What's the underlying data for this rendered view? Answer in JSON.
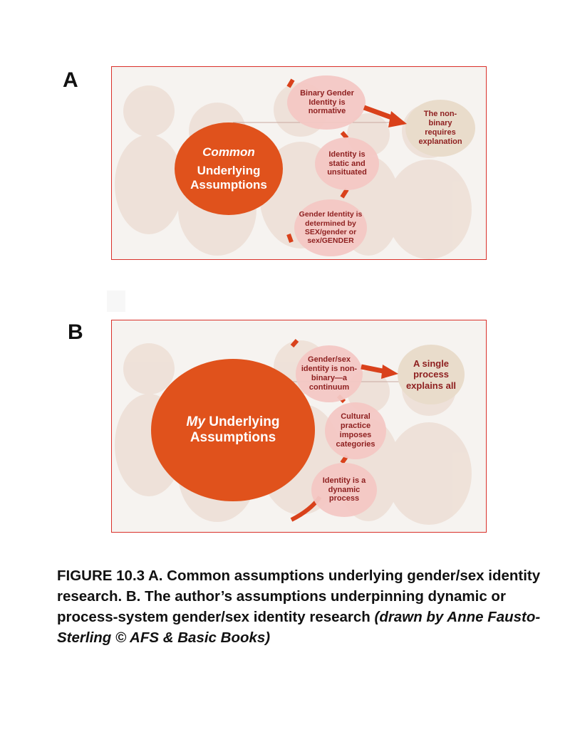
{
  "colors": {
    "frame": "#d9302a",
    "main_ellipse": "#e0521c",
    "bubble_fill": "#f3c7c4",
    "bubble_text": "#8e1f1f",
    "tan_bubble": "#e9dccb",
    "arrow": "#d9411b"
  },
  "panel_a": {
    "letter": "A",
    "main_italic": "Common",
    "main_text": "Underlying Assumptions",
    "bubble_1": "Binary Gender Identity is normative",
    "bubble_2": "Identity is static and unsituated",
    "bubble_3": "Gender Identity is determined by SEX/gender or sex/GENDER",
    "result": "The non-binary requires explanation"
  },
  "panel_b": {
    "letter": "B",
    "main_italic": "My",
    "main_text": "Underlying Assumptions",
    "bubble_1": "Gender/sex identity is non-binary—a continuum",
    "bubble_2": "Cultural practice imposes categories",
    "bubble_3": "Identity is a dynamic process",
    "result": "A single process explains all"
  },
  "caption": {
    "main": "FIGURE 10.3 A. Common assumptions underlying gender/sex identity research. B. The author’s assumptions underpinning dynamic or process-system gender/sex identity research",
    "credit": "(drawn by Anne Fausto-Sterling © AFS & Basic Books)"
  }
}
